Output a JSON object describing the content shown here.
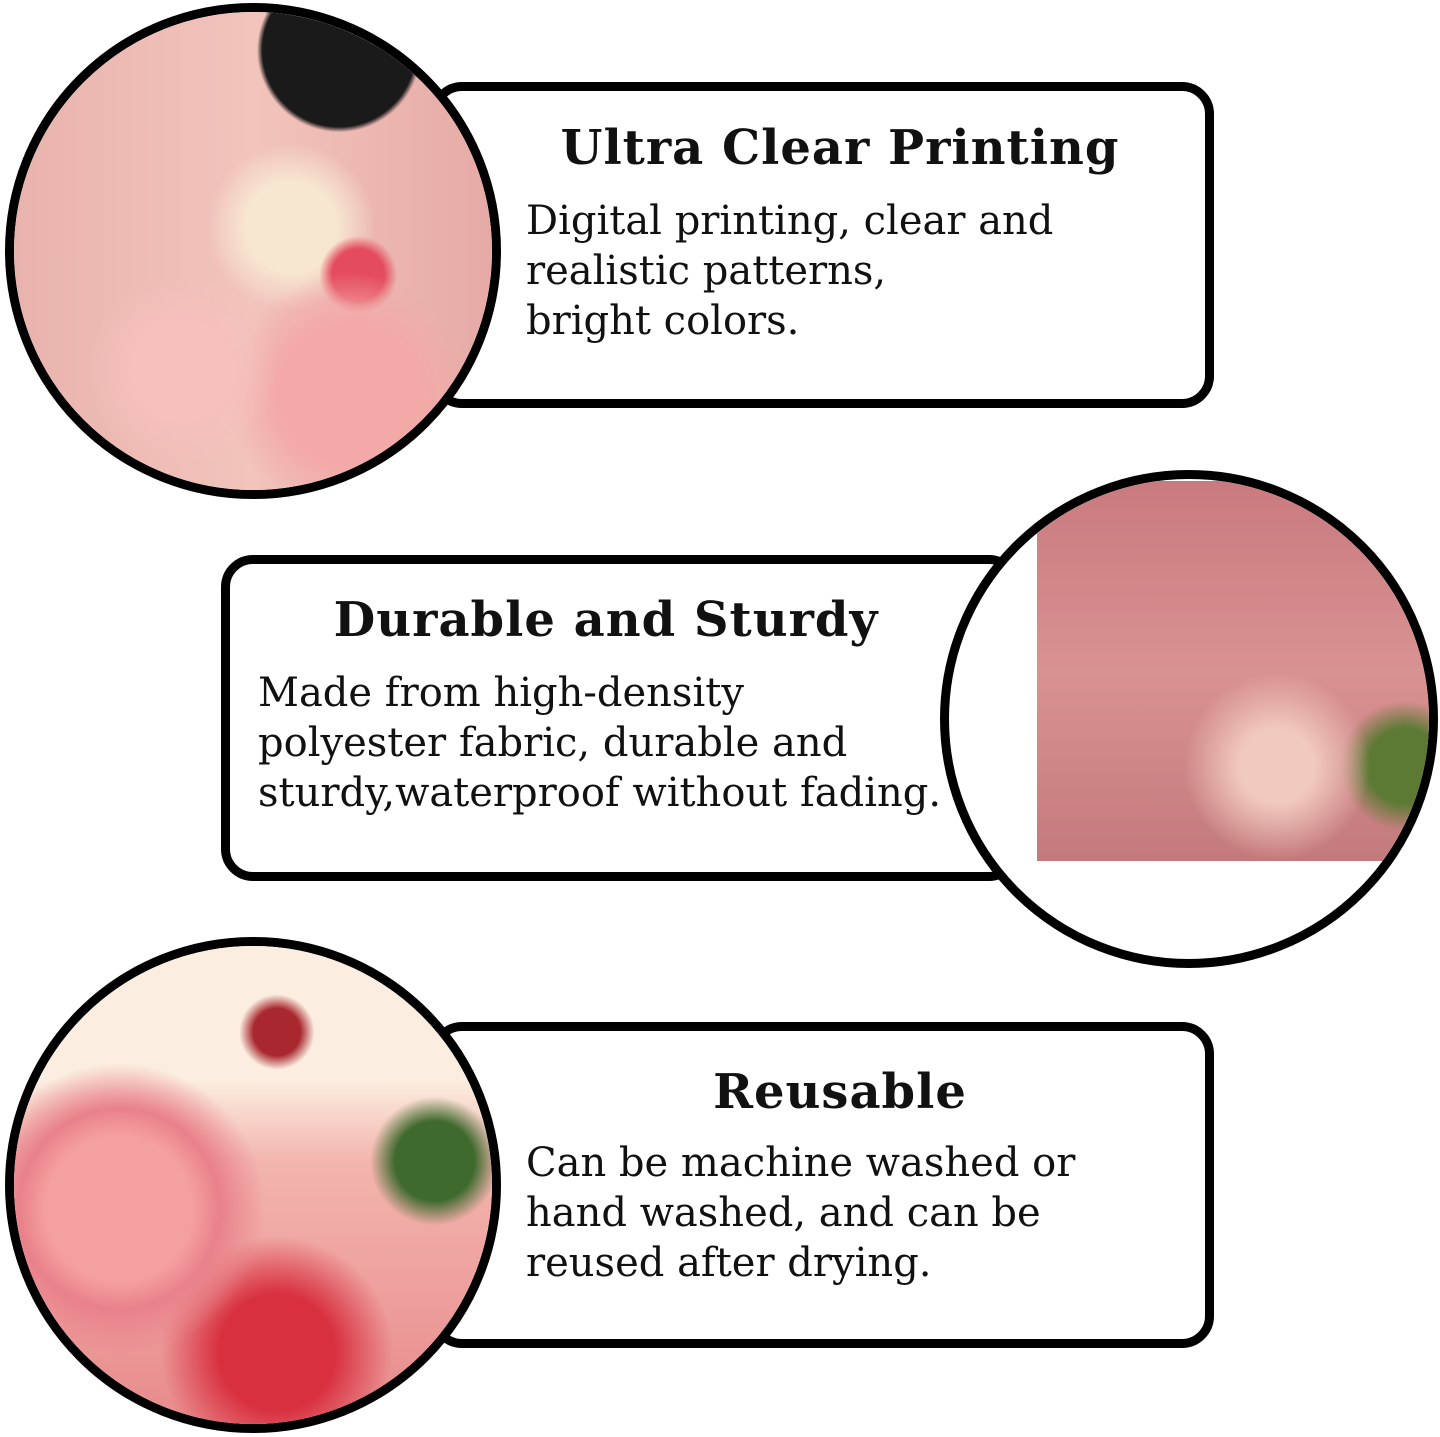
{
  "features": [
    {
      "title": "Ultra Clear Printing",
      "body": "Digital printing, clear and\nrealistic patterns,\nbright colors."
    },
    {
      "title": "Durable and Sturdy",
      "body": "Made from high-density\npolyester fabric, durable and\nsturdy,waterproof without fading."
    },
    {
      "title": "Reusable",
      "body": "Can be machine washed or\nhand washed, and can be\nreused after drying."
    }
  ],
  "colors": {
    "border": "#000000",
    "pink": "#e8a8a8",
    "rose": "#e05a6a",
    "leaf": "#5a7a3a"
  }
}
